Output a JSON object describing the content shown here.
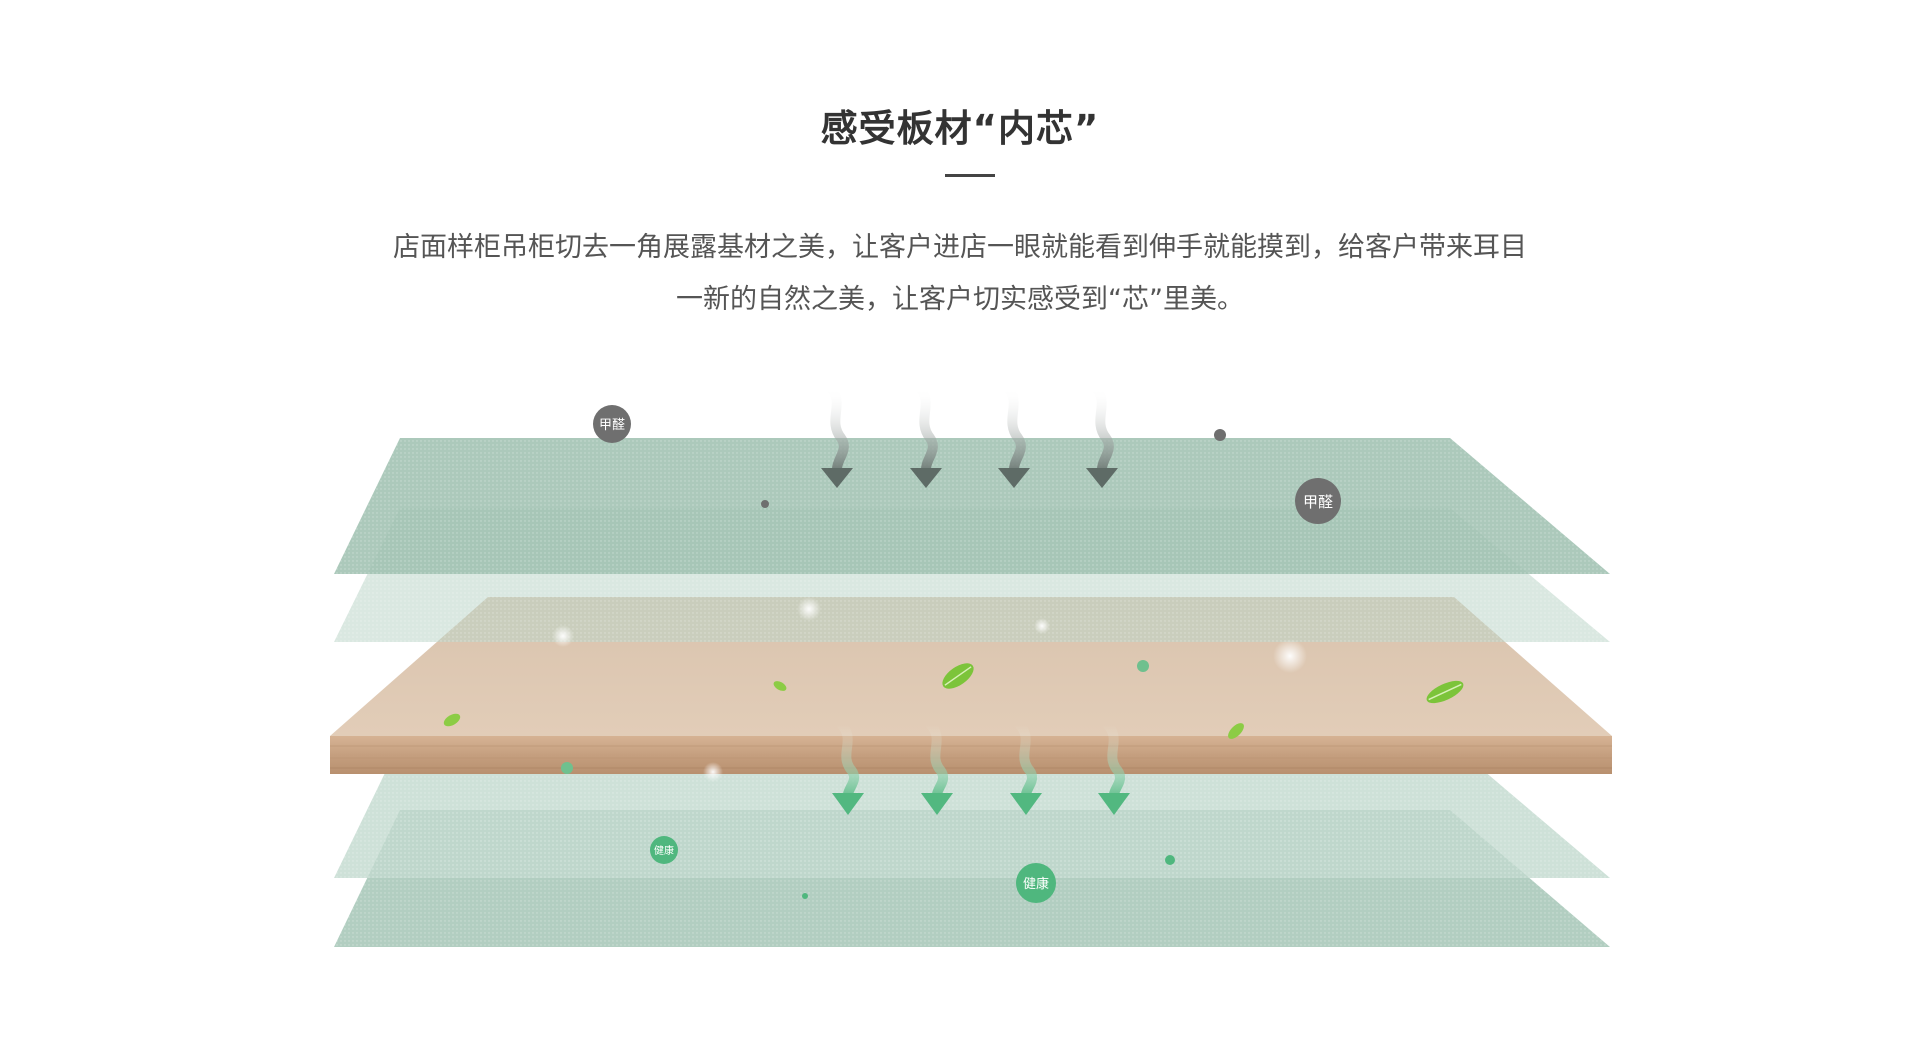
{
  "section": {
    "title": "感受板材“内芯”",
    "description_line1": "店面样柜吊柜切去一角展露基材之美，让客户进店一眼就能看到伸手就能摸到，给客户带来耳目",
    "description_line2": "一新的自然之美，让客户切实感受到“芯”里美。"
  },
  "illustration": {
    "formaldehyde_label": "甲醛",
    "health_label": "健康",
    "colors": {
      "layer_green": "#9dbfaf",
      "wood_top": "#dcc4ad",
      "wood_edge": "#c9a384",
      "formaldehyde_badge": "#6f6f6f",
      "health_badge": "#4fb77e",
      "leaf": "#7cc43a"
    },
    "icons": [
      "formaldehyde-badge",
      "health-badge",
      "down-arrow-icon",
      "leaf-icon"
    ]
  }
}
